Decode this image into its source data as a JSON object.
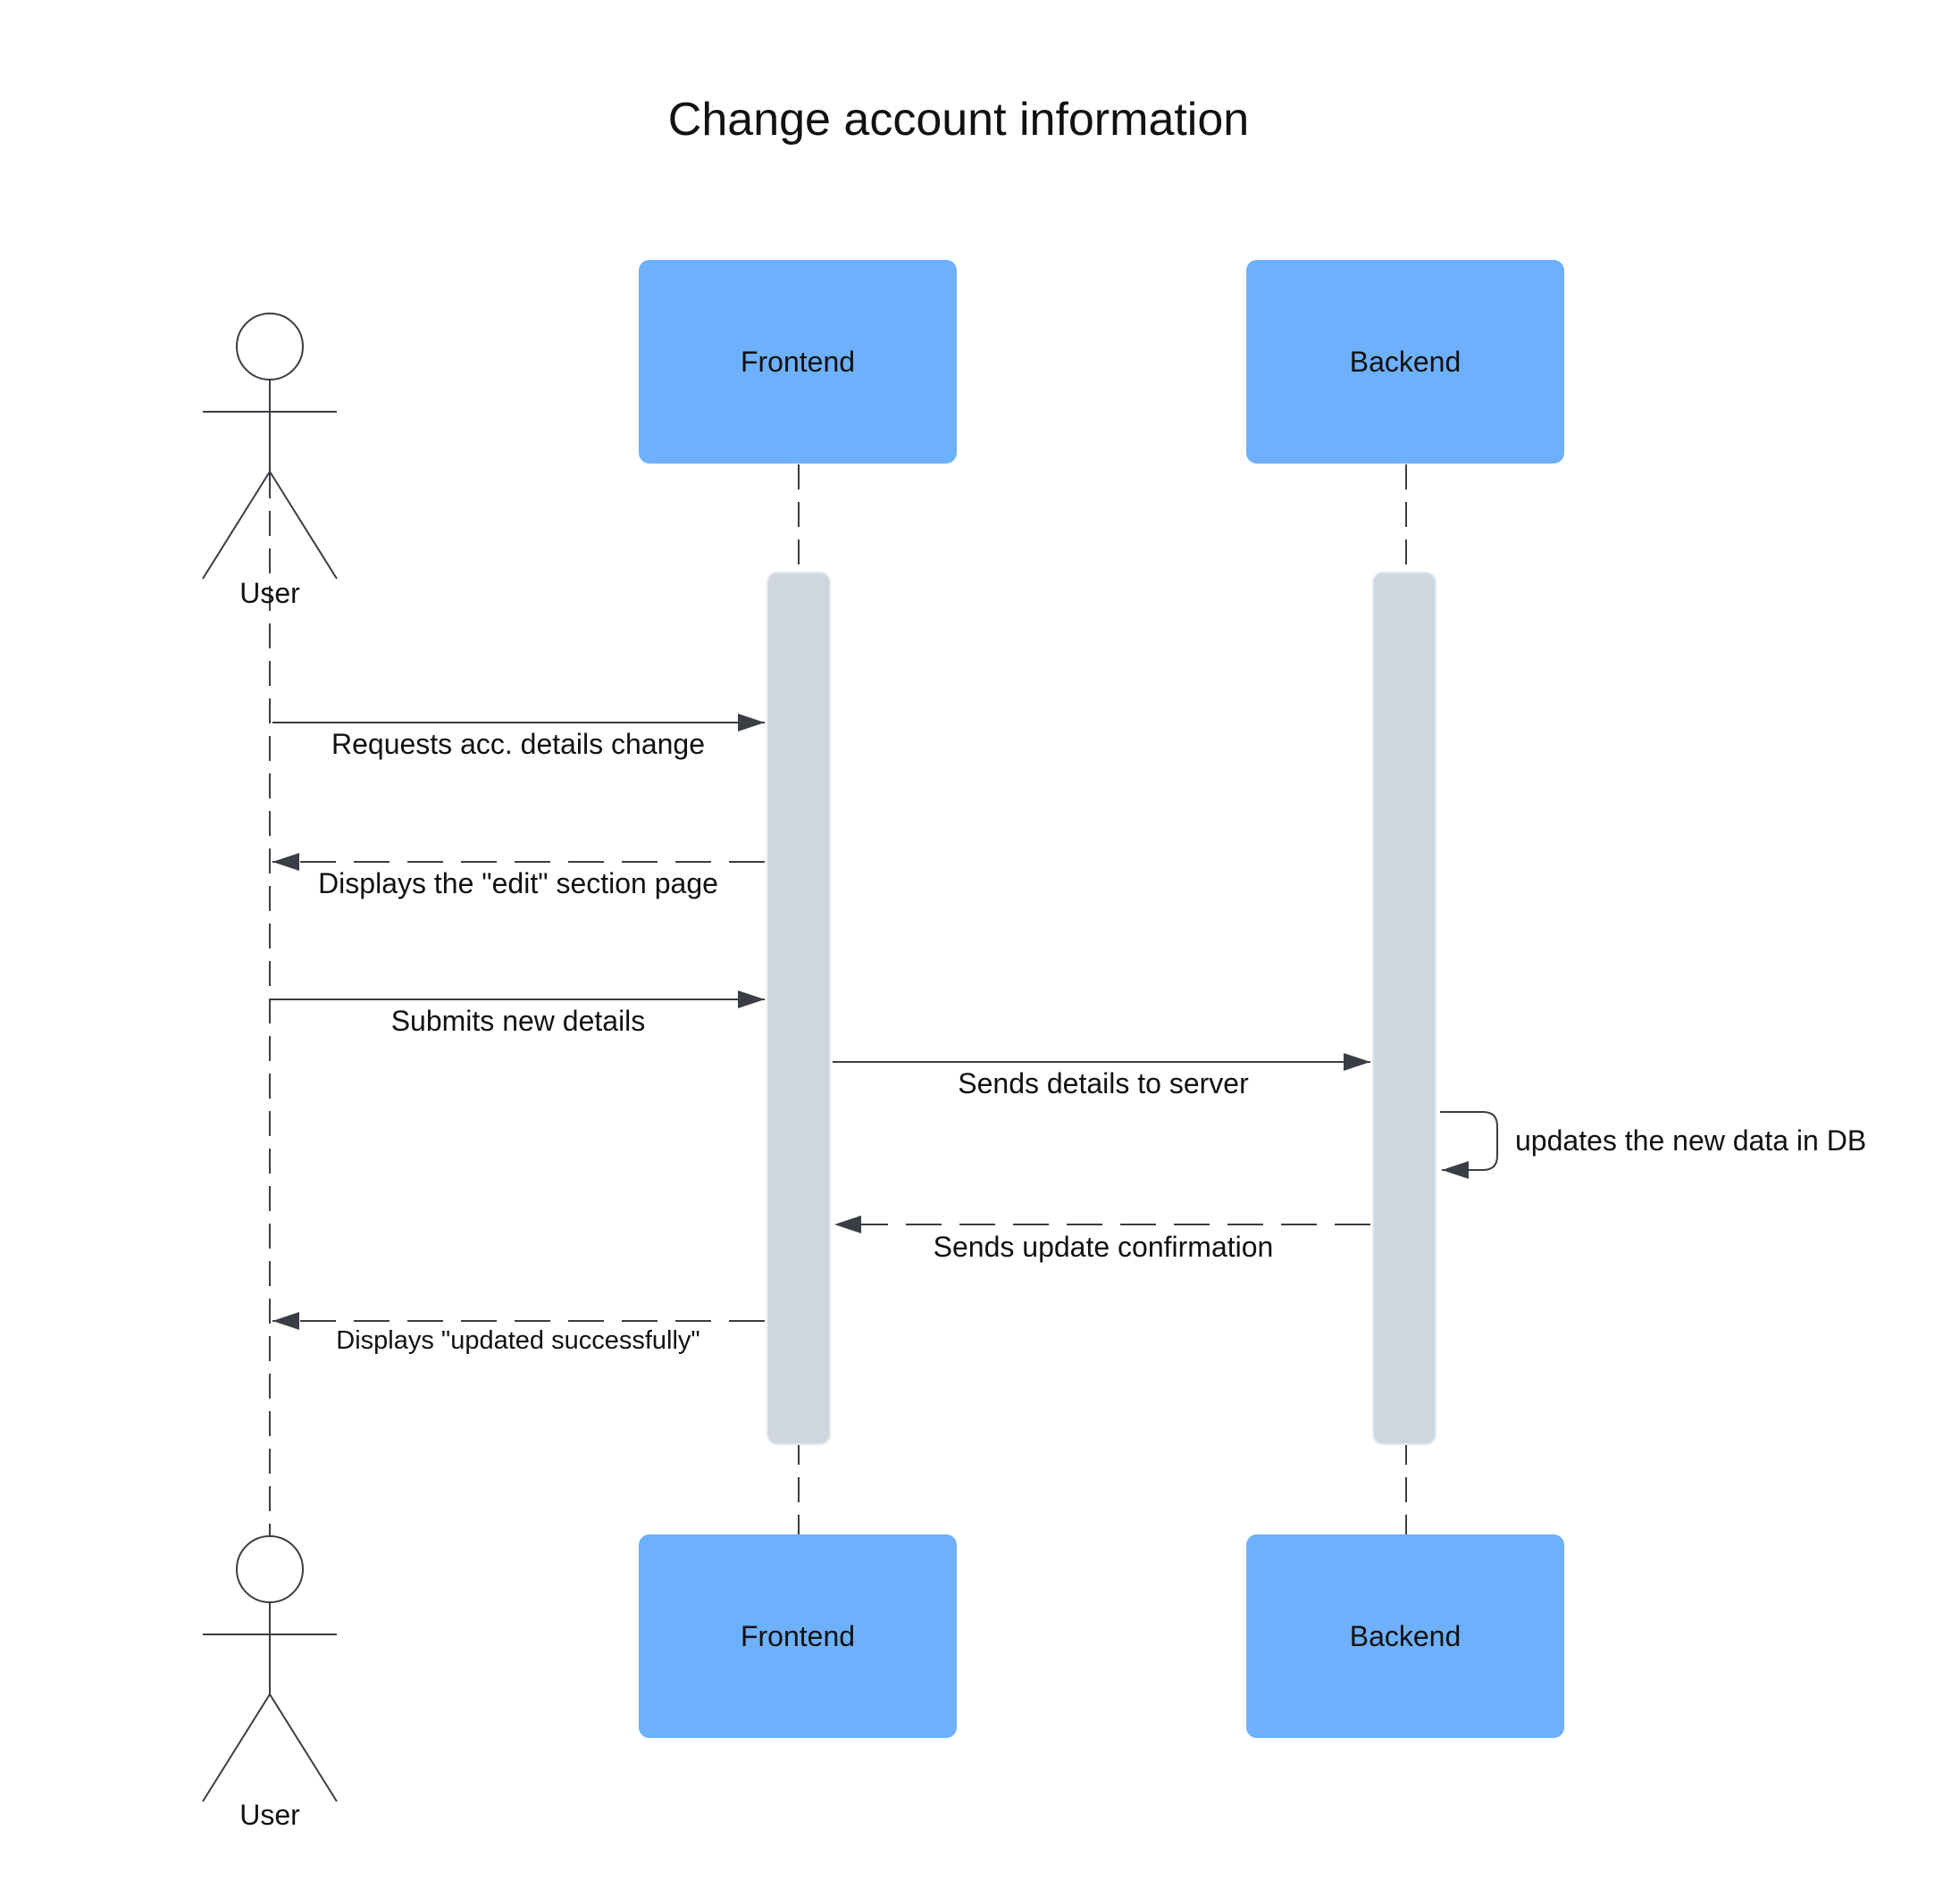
{
  "diagram": {
    "title": "Change account information",
    "participants": {
      "user": {
        "label": "User"
      },
      "frontend": {
        "label": "Frontend"
      },
      "backend": {
        "label": "Backend"
      }
    },
    "messages": [
      {
        "from": "User",
        "to": "Frontend",
        "label": "Requests acc. details change",
        "style": "solid"
      },
      {
        "from": "Frontend",
        "to": "User",
        "label": "Displays the \"edit\" section page",
        "style": "dashed"
      },
      {
        "from": "User",
        "to": "Frontend",
        "label": "Submits new details",
        "style": "solid"
      },
      {
        "from": "Frontend",
        "to": "Backend",
        "label": "Sends details to server",
        "style": "solid"
      },
      {
        "from": "Backend",
        "to": "Backend",
        "label": "updates the new data in DB",
        "style": "solid"
      },
      {
        "from": "Backend",
        "to": "Frontend",
        "label": "Sends update confirmation",
        "style": "dashed"
      },
      {
        "from": "Frontend",
        "to": "User",
        "label": "Displays \"updated successfully\"",
        "style": "dashed"
      }
    ],
    "colors": {
      "participant_fill": "#6db0fc",
      "activation_fill": "#cfd6de",
      "line": "#3a3d44"
    }
  }
}
